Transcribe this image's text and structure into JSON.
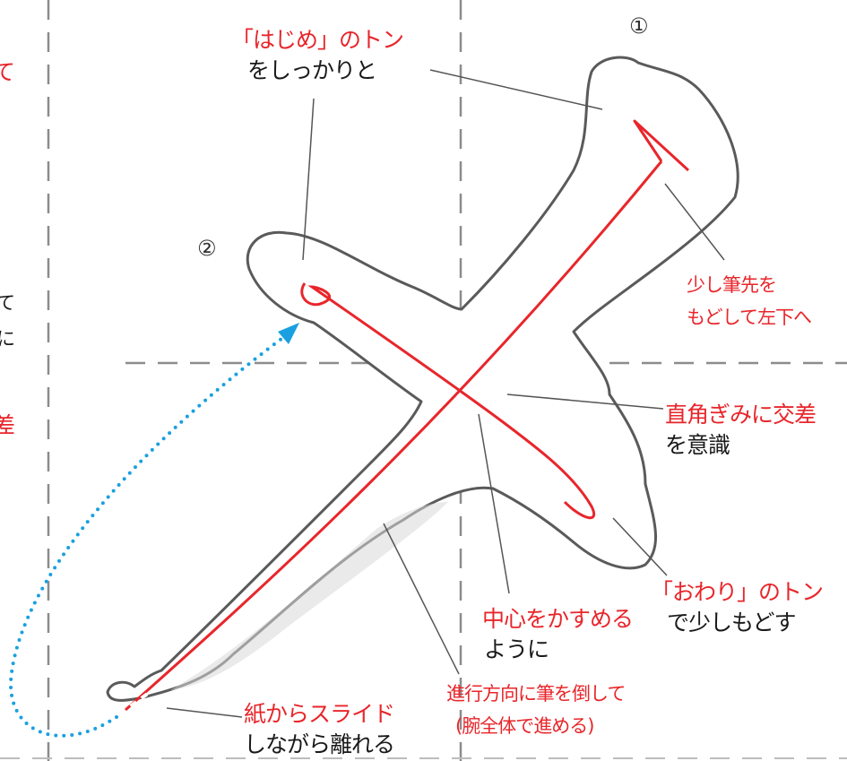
{
  "colors": {
    "red": "#e8262b",
    "black": "#1a1a1a",
    "blue_dotted": "#1aa0e0",
    "guide": "#8c8c8c",
    "outline": "#5a5a5a"
  },
  "stroke_numbers": {
    "first": "①",
    "second": "②"
  },
  "labels": {
    "hajime_red": "「はじめ」のトン",
    "hajime_black": "をしっかりと",
    "sukoshi_line1": "少し筆先を",
    "sukoshi_line2": "もどして左下へ",
    "chokkaku_red": "直角ぎみに交差",
    "chokkaku_black": "を意識",
    "owari_red": "「おわり」のトン",
    "owari_black": "で少しもどす",
    "chushin_red": "中心をかすめる",
    "chushin_black": "ように",
    "shinko_line1": "進行方向に筆を倒して",
    "shinko_line2": "(腕全体で進める)",
    "kami_red": "紙からスライド",
    "kami_black": "しながら離れる"
  },
  "left_margin_fragments": {
    "red_top": "て",
    "black_1": "て",
    "black_2": "に",
    "red_bottom": "差"
  }
}
